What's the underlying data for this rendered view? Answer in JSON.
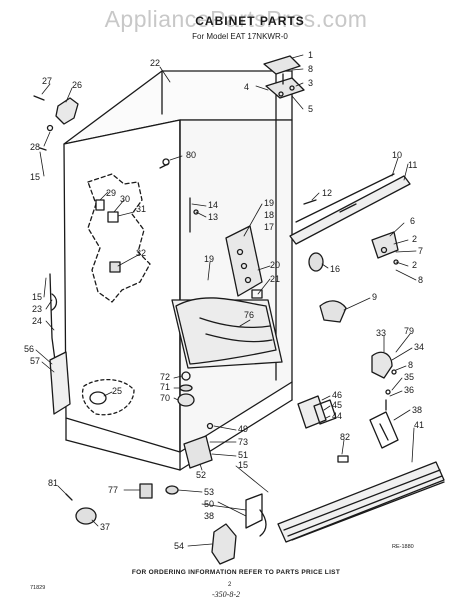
{
  "watermark": "AppliancePartsPros.com",
  "title": "CABINET PARTS",
  "subtitle": "For Model EAT 17NKWR-0",
  "footer": "FOR ORDERING INFORMATION REFER TO PARTS PRICE LIST",
  "corner_code": "71829",
  "page_mark": "2",
  "handwritten_note": "-350-8-2",
  "reference_code": "RE-1880",
  "callouts": [
    {
      "label": "1"
    },
    {
      "label": "8"
    },
    {
      "label": "3"
    },
    {
      "label": "4"
    },
    {
      "label": "5"
    },
    {
      "label": "22"
    },
    {
      "label": "27"
    },
    {
      "label": "26"
    },
    {
      "label": "28"
    },
    {
      "label": "15"
    },
    {
      "label": "80"
    },
    {
      "label": "10"
    },
    {
      "label": "11"
    },
    {
      "label": "29"
    },
    {
      "label": "30"
    },
    {
      "label": "31"
    },
    {
      "label": "14"
    },
    {
      "label": "13"
    },
    {
      "label": "12"
    },
    {
      "label": "19"
    },
    {
      "label": "18"
    },
    {
      "label": "17"
    },
    {
      "label": "6"
    },
    {
      "label": "2"
    },
    {
      "label": "7"
    },
    {
      "label": "2"
    },
    {
      "label": "8"
    },
    {
      "label": "32"
    },
    {
      "label": "16"
    },
    {
      "label": "19"
    },
    {
      "label": "20"
    },
    {
      "label": "21"
    },
    {
      "label": "15"
    },
    {
      "label": "23"
    },
    {
      "label": "24"
    },
    {
      "label": "76"
    },
    {
      "label": "9"
    },
    {
      "label": "33"
    },
    {
      "label": "79"
    },
    {
      "label": "34"
    },
    {
      "label": "56"
    },
    {
      "label": "57"
    },
    {
      "label": "72"
    },
    {
      "label": "71"
    },
    {
      "label": "70"
    },
    {
      "label": "25"
    },
    {
      "label": "8"
    },
    {
      "label": "35"
    },
    {
      "label": "36"
    },
    {
      "label": "46"
    },
    {
      "label": "45"
    },
    {
      "label": "44"
    },
    {
      "label": "38"
    },
    {
      "label": "49"
    },
    {
      "label": "73"
    },
    {
      "label": "51"
    },
    {
      "label": "15"
    },
    {
      "label": "52"
    },
    {
      "label": "82"
    },
    {
      "label": "41"
    },
    {
      "label": "81"
    },
    {
      "label": "77"
    },
    {
      "label": "53"
    },
    {
      "label": "50"
    },
    {
      "label": "38"
    },
    {
      "label": "37"
    },
    {
      "label": "54"
    }
  ]
}
